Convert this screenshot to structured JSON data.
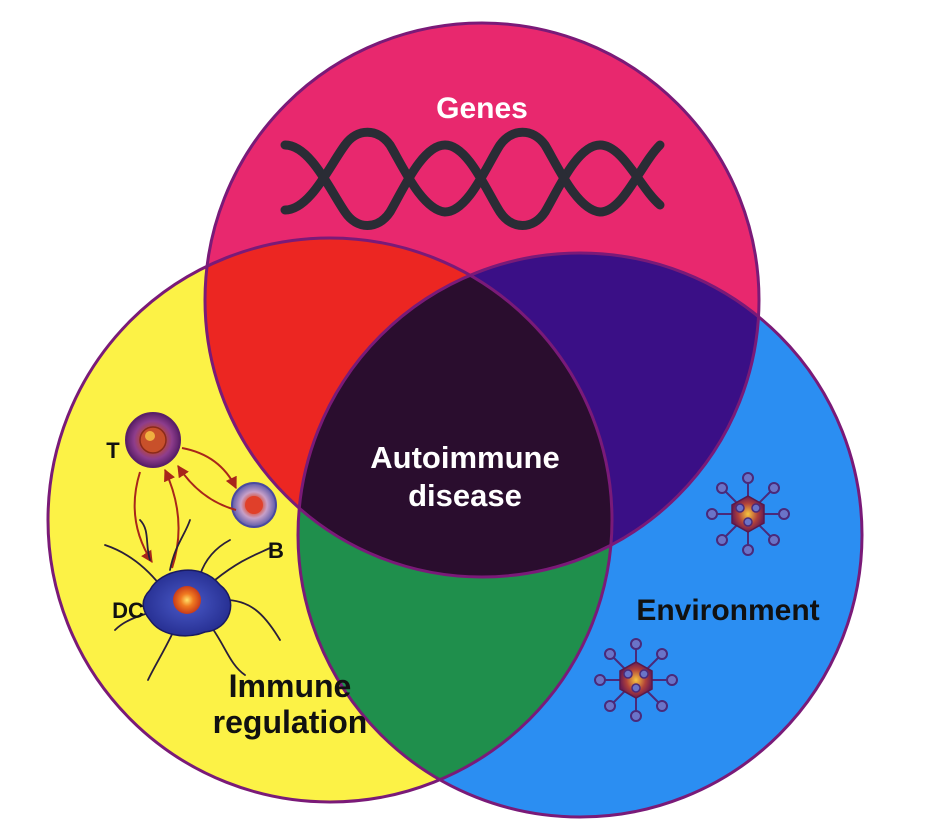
{
  "labels": {
    "genes": "Genes",
    "autoimmune_line1": "Autoimmune",
    "autoimmune_line2": "disease",
    "environment": "Environment",
    "immune_line1": "Immune",
    "immune_line2": "regulation",
    "t_cell": "T",
    "b_cell": "B",
    "dc_cell": "DC"
  },
  "colors": {
    "genes": "#e8286e",
    "immune": "#fcf246",
    "environment": "#2b8ef2",
    "genes_immune": "#ec2622",
    "genes_environment": "#3a0f86",
    "immune_environment": "#1f8f4c",
    "center": "#2a0d2e",
    "outline": "#7a1a78",
    "dna": "#2a2c35"
  },
  "icons": [
    "dna-helix-icon",
    "t-cell-icon",
    "b-cell-icon",
    "dendritic-cell-icon",
    "virus-icon"
  ]
}
